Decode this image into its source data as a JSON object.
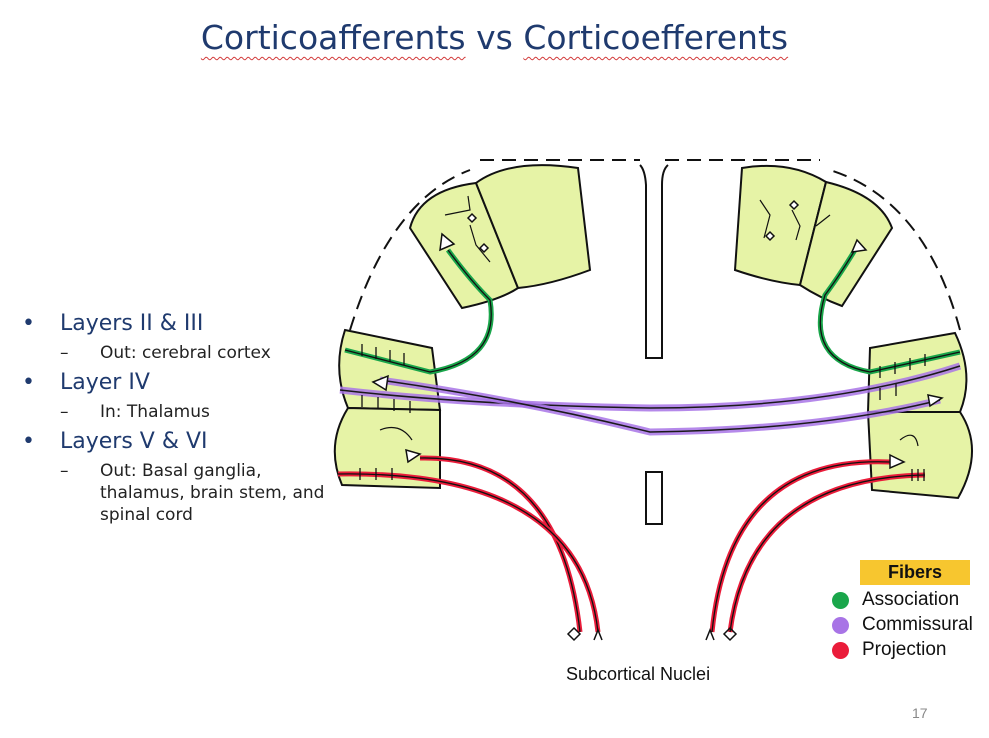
{
  "title": {
    "part1": "Corticoafferents",
    "part2": "vs",
    "part3": "Corticoefferents"
  },
  "bullets": [
    {
      "label": "Layers II & III",
      "sub": "Out: cerebral cortex"
    },
    {
      "label": "Layer IV",
      "sub": "In: Thalamus"
    },
    {
      "label": "Layers V & VI",
      "sub": "Out: Basal ganglia, thalamus, brain stem, and spinal cord"
    }
  ],
  "legend": {
    "title": "Fibers",
    "items": [
      {
        "label": "Association",
        "color": "#1aa64b"
      },
      {
        "label": "Commissural",
        "color": "#a874e6"
      },
      {
        "label": "Projection",
        "color": "#ea1c3a"
      }
    ]
  },
  "diagram": {
    "caption": "Subcortical Nuclei"
  },
  "colors": {
    "cortex": "#e6f3a6",
    "title": "#1f3a6e"
  },
  "page_number": "17"
}
